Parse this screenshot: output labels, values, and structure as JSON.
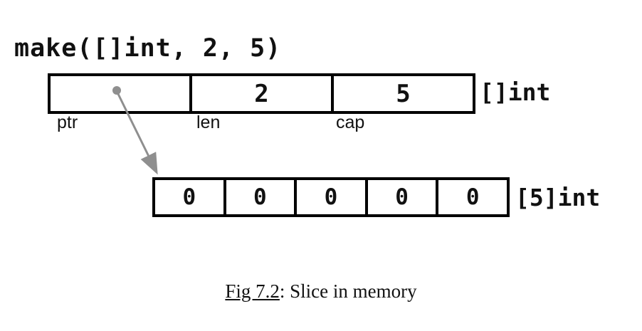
{
  "diagram": {
    "title_code": "make([]int, 2, 5)",
    "slice_header": {
      "ptr_value": "",
      "len_value": "2",
      "cap_value": "5",
      "type_label": "[]int",
      "field_labels": {
        "ptr": "ptr",
        "len": "len",
        "cap": "cap"
      }
    },
    "backing_array": {
      "values": [
        "0",
        "0",
        "0",
        "0",
        "0"
      ],
      "type_label": "[5]int"
    },
    "caption": {
      "fig_ref": "Fig 7.2",
      "rest": ": Slice in memory"
    },
    "colors": {
      "arrow_gray": "#8f8f8f",
      "border_black": "#000000"
    }
  }
}
